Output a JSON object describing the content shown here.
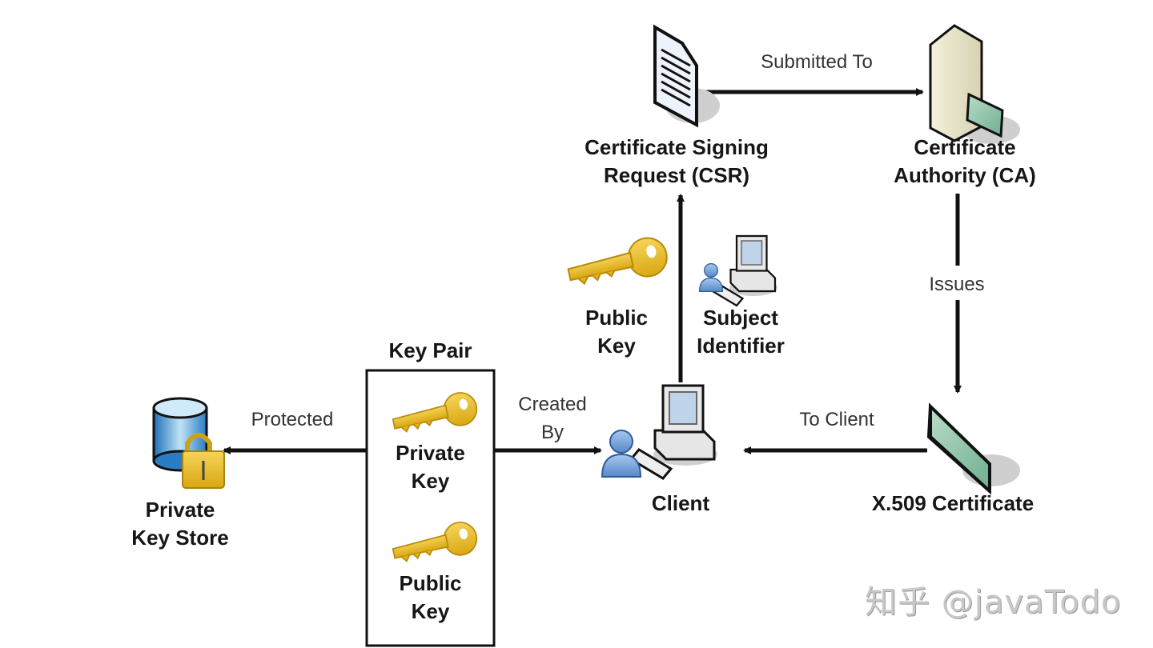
{
  "nodes": {
    "csr": {
      "label": "Certificate Signing\nRequest (CSR)",
      "icon": "document-icon"
    },
    "ca": {
      "label": "Certificate\nAuthority (CA)",
      "icon": "server-icon"
    },
    "public_key_input": {
      "label": "Public\nKey",
      "icon": "key-icon"
    },
    "subject_identifier": {
      "label": "Subject\nIdentifier",
      "icon": "user-computer-icon"
    },
    "key_pair": {
      "title": "Key Pair",
      "private_key": "Private\nKey",
      "public_key": "Public\nKey"
    },
    "private_key_store": {
      "label": "Private\nKey Store",
      "icon": "database-lock-icon"
    },
    "client": {
      "label": "Client",
      "icon": "user-computer-icon"
    },
    "certificate": {
      "label": "X.509 Certificate",
      "icon": "certificate-icon"
    }
  },
  "edges": {
    "submitted_to": "Submitted To",
    "issues": "Issues",
    "to_client": "To Client",
    "created_by": "Created\nBy",
    "protected": "Protected"
  },
  "colors": {
    "key_gold": "#e8b820",
    "user_blue": "#6f9fd8",
    "cert_green": "#8fc2a8",
    "db_blue": "#3a8ad0",
    "arrow": "#111111"
  },
  "watermark": "知乎 @javaTodo"
}
